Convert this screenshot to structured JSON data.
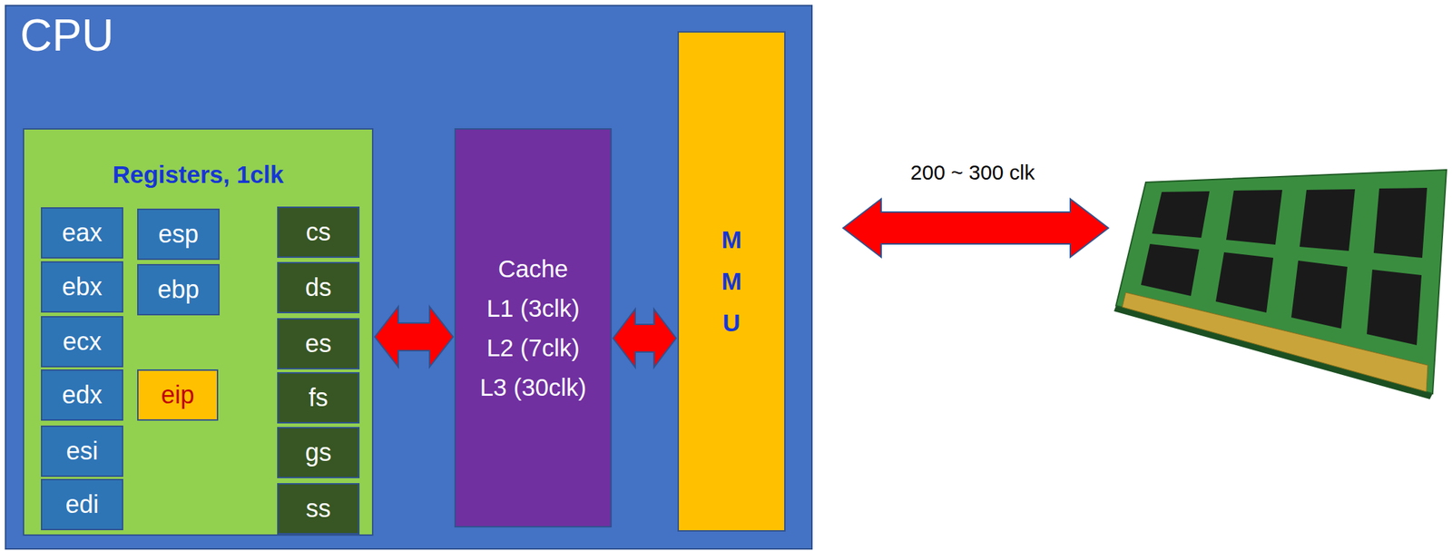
{
  "diagram": {
    "nodes": [
      {
        "text": [
          "CPU"
        ]
      },
      {
        "text": [
          "Registers, 1clk"
        ],
        "in": 0
      },
      {
        "text": [
          "eax"
        ],
        "in": 1
      },
      {
        "text": [
          "ebx"
        ],
        "in": 1
      },
      {
        "text": [
          "ecx"
        ],
        "in": 1
      },
      {
        "text": [
          "edx"
        ],
        "in": 1
      },
      {
        "text": [
          "esi"
        ],
        "in": 1
      },
      {
        "text": [
          "edi"
        ],
        "in": 1
      },
      {
        "text": [
          "esp"
        ],
        "in": 1
      },
      {
        "text": [
          "ebp"
        ],
        "in": 1
      },
      {
        "text": [
          "eip"
        ],
        "in": 1
      },
      {
        "text": [
          "cs"
        ],
        "in": 1
      },
      {
        "text": [
          "ds"
        ],
        "in": 1
      },
      {
        "text": [
          "es"
        ],
        "in": 1
      },
      {
        "text": [
          "fs"
        ],
        "in": 1
      },
      {
        "text": [
          "gs"
        ],
        "in": 1
      },
      {
        "text": [
          "ss"
        ],
        "in": 1
      },
      {
        "text": [
          "Cache",
          "L1 (3clk)",
          "L2 (7clk)",
          "L3 (30clk)"
        ],
        "in": 0
      },
      {
        "text": [
          "M M U"
        ],
        "in": 0
      }
    ],
    "edges": [
      {
        "from": 1,
        "to": 17,
        "arrow": "both"
      },
      {
        "from": 17,
        "to": 18,
        "arrow": "both"
      }
    ],
    "labels": [
      "200 ~ 300 clk"
    ]
  }
}
